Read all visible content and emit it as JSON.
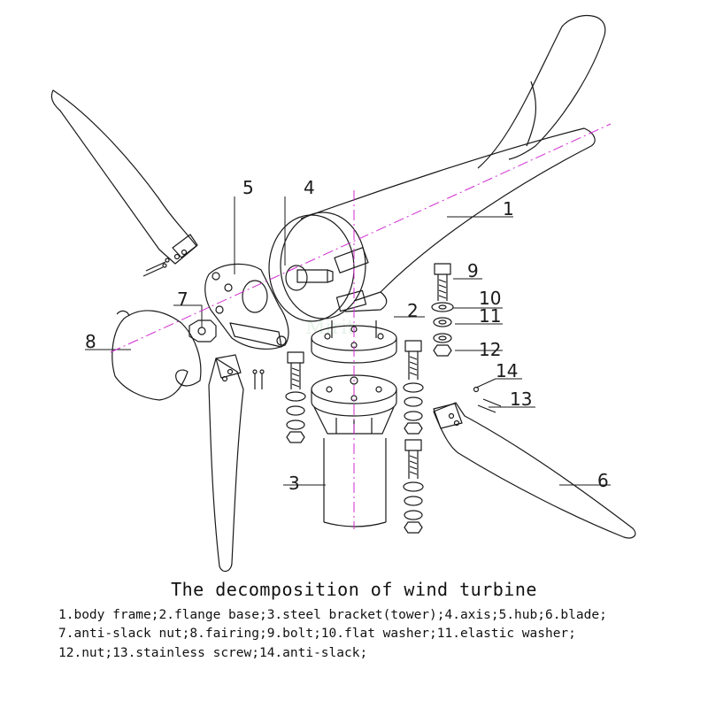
{
  "diagram": {
    "title": "The decomposition of wind turbine",
    "legend": {
      "line1": "1.body frame;2.flange base;3.steel bracket(tower);4.axis;5.hub;6.blade;",
      "line2": "7.anti-slack nut;8.fairing;9.bolt;10.flat washer;11.elastic washer;",
      "line3": "12.nut;13.stainless screw;14.anti-slack;"
    },
    "callouts": {
      "c1": "1",
      "c2": "2",
      "c3": "3",
      "c4": "4",
      "c5": "5",
      "c6": "6",
      "c7": "7",
      "c8": "8",
      "c9": "9",
      "c10": "10",
      "c11": "11",
      "c12": "12",
      "c13": "13",
      "c14": "14"
    },
    "colors": {
      "line": "#1a1a1a",
      "axis_dash": "#d22bd2"
    }
  }
}
